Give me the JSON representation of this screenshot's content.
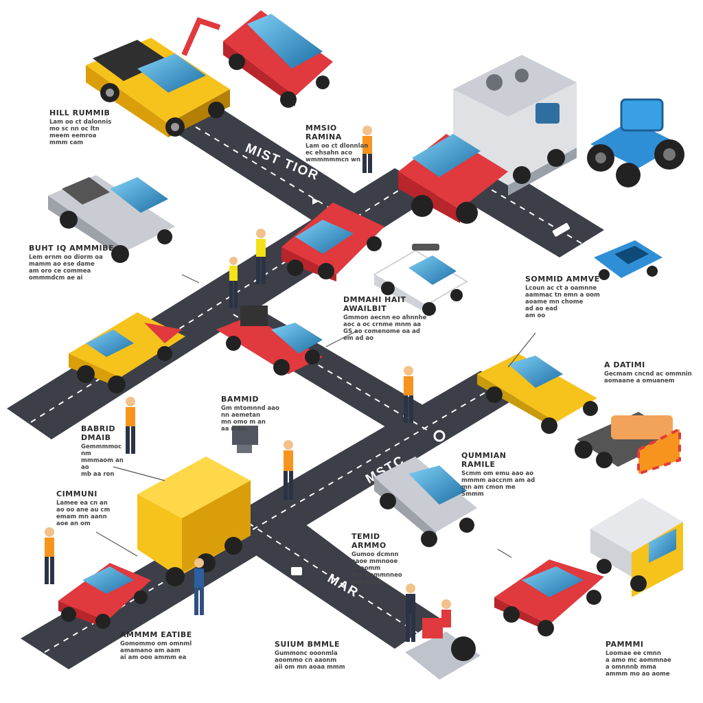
{
  "road_labels": {
    "upper": "MIST TIOR",
    "middle": "MSTC",
    "lower": "MAR"
  },
  "callouts": [
    {
      "key": "c1",
      "title": "HILL RUMMIB",
      "lines": [
        "Lam oo ct dalonnis",
        "mo sc nn oc ltn",
        "meem eemroa",
        "mmm cam"
      ]
    },
    {
      "key": "c2",
      "title": "MMSIO RAMINA",
      "lines": [
        "Lam oo ct dlonnlan",
        "ec ehsahn aco",
        "wmmmmmcn wn"
      ]
    },
    {
      "key": "c3",
      "title": "BUHT IQ AMMMIBE",
      "lines": [
        "Lem ernm oo diorm oa",
        "mamm ao ese dame",
        "am oro ce commea",
        "ommmdcm ae ai"
      ]
    },
    {
      "key": "c4",
      "title": "SOMMID AMMVE",
      "lines": [
        "Lcoun ac ct a oamnne",
        "aammac tn emn a oom",
        "aoame mn chome",
        "ad ao ead",
        "am oo"
      ]
    },
    {
      "key": "c5",
      "title": "DMMAHI HAIT AWAILBIT",
      "lines": [
        "Gmmon aecnn eo ahnnhe",
        "aoc a oc crnme mnm aa",
        "GS ao comenome oa ad",
        "em ad ao"
      ]
    },
    {
      "key": "c6",
      "title": "A DATIMI",
      "lines": [
        "Gecmam cncnd ac ommnin",
        "aomaane a omuanem"
      ]
    },
    {
      "key": "c7",
      "title": "BAMMID",
      "lines": [
        "Gm mtomnnd aao",
        "nn aemetan",
        "mn omo m an",
        "aa mam"
      ]
    },
    {
      "key": "c8",
      "title": "BABRID DMAIB",
      "lines": [
        "Gemmmmoc nm",
        "mmmaom an ao",
        "mb aa ron"
      ]
    },
    {
      "key": "c9",
      "title": "CIMMUNI",
      "lines": [
        "Lamee ea cn an",
        "ao oo ane au cm",
        "emam mn aann",
        "aoe an om"
      ]
    },
    {
      "key": "c10",
      "title": "QUMMIAN RAMILE",
      "lines": [
        "Scmm om emu aao ao",
        "mmmm aaccnm am ad",
        "mn am cmon me",
        "Smmm"
      ]
    },
    {
      "key": "c11",
      "title": "TEMID ARMMO",
      "lines": [
        "Gumoo dcmnn",
        "aaoe mmnooe",
        "Gi aomm",
        "mm aommnneo",
        "mm mma"
      ]
    },
    {
      "key": "c12",
      "title": "AMMMM EATIBE",
      "lines": [
        "Gomommo om omnml",
        "amamano am aam",
        "ai am ooo ammm ea"
      ]
    },
    {
      "key": "c13",
      "title": "SUIUM BMMLE",
      "lines": [
        "Gummonc ooonmla",
        "aoommo cn aaonm",
        "aii om mn aoaa mmm"
      ]
    },
    {
      "key": "c14",
      "title": "PAMMMI",
      "lines": [
        "Loomae ee cmnn",
        "a amo mc aommnae",
        "a omnnnb mma",
        "ammm mo ao aome"
      ]
    }
  ],
  "colors": {
    "road": "#3d3f48",
    "road_marking": "#ffffff",
    "vehicle_red": "#e0393e",
    "vehicle_yellow": "#f6c21c",
    "vehicle_gray": "#c9ccd2",
    "vehicle_blue": "#2f8fd6",
    "worker_vest": "#f7941d"
  }
}
